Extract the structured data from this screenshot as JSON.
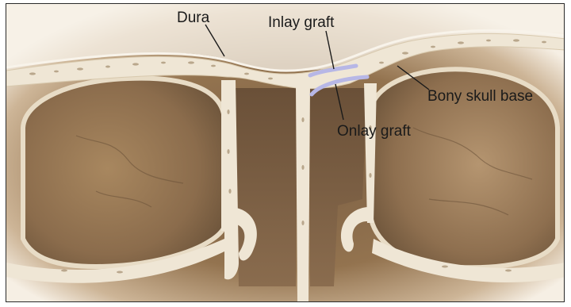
{
  "labels": {
    "dura": "Dura",
    "inlay_graft": "Inlay graft",
    "onlay_graft": "Onlay graft",
    "bony_skull_base": "Bony skull base"
  },
  "colors": {
    "background": "#ffffff",
    "tissue_dark": "#7c6044",
    "tissue_mid": "#a07e5c",
    "tissue_light": "#e9dcc8",
    "bone": "#efe6d5",
    "bone_pore": "#a89274",
    "graft": "#b7b7e6",
    "leader_line": "#1a1a1a"
  }
}
